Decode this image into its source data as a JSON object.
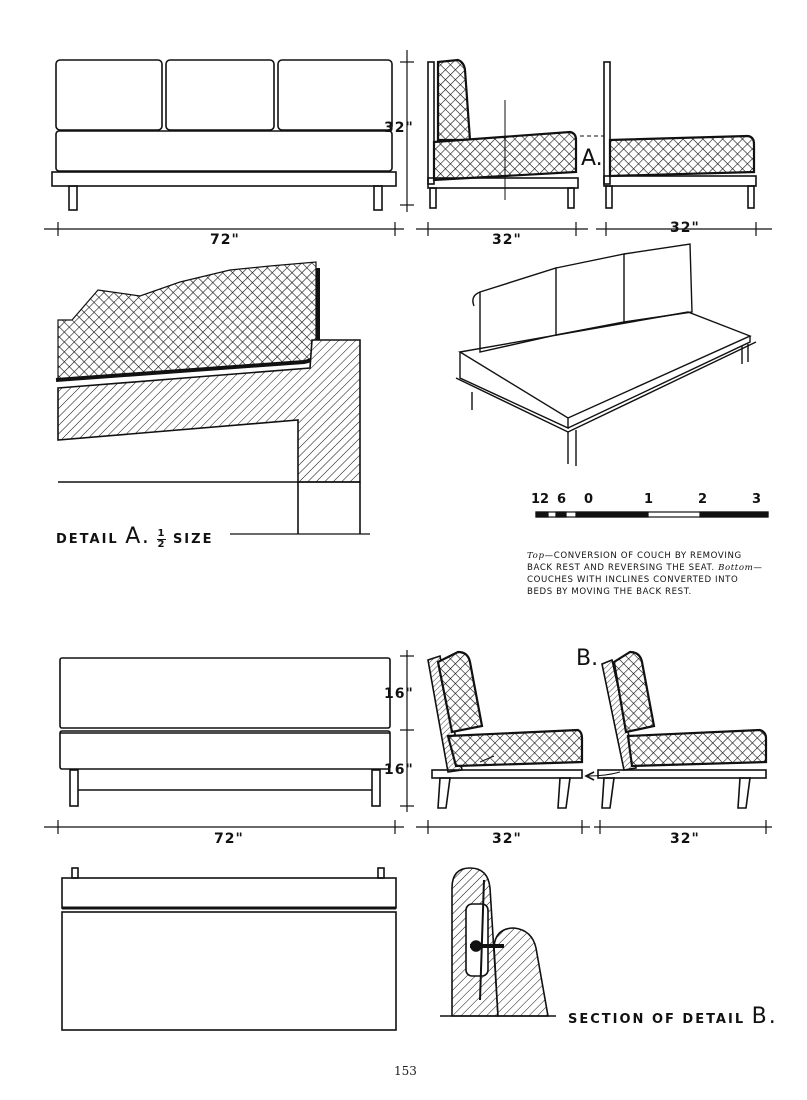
{
  "top": {
    "front_width": "72\"",
    "height": "32\"",
    "side_depth_left": "32\"",
    "side_depth_right": "32\"",
    "detail_marker": "A."
  },
  "detail_a": {
    "title_prefix": "DETAIL",
    "letter": "A.",
    "fraction_num": "1",
    "fraction_den": "2",
    "size_word": "SIZE"
  },
  "scale_bar": {
    "labels": [
      "12",
      "6",
      "0",
      "1",
      "2",
      "3"
    ]
  },
  "caption": {
    "top_italic": "Top",
    "top_text": "—CONVERSION OF COUCH BY REMOVING BACK REST AND REVERSING THE SEAT.",
    "bottom_italic": "Bottom",
    "bottom_text": "—COUCHES WITH INCLINES CONVERTED INTO BEDS BY MOVING THE BACK REST."
  },
  "bottom": {
    "upper_height": "16\"",
    "lower_height": "16\"",
    "front_width": "72\"",
    "side_depth_left": "32\"",
    "side_depth_right": "32\"",
    "detail_marker": "B."
  },
  "section_b": {
    "label": "SECTION OF DETAIL",
    "letter": "B."
  },
  "page_number": "153"
}
